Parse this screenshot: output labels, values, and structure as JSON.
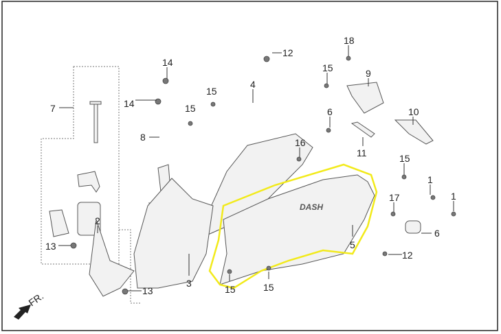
{
  "diagram": {
    "callouts": [
      "18",
      "12",
      "14",
      "15",
      "9",
      "15",
      "4",
      "14",
      "7",
      "15",
      "6",
      "10",
      "8",
      "16",
      "11",
      "15",
      "1",
      "17",
      "1",
      "2",
      "6",
      "13",
      "5",
      "12",
      "3",
      "13",
      "15",
      "15"
    ],
    "direction_label": "FR.",
    "decal_text": "DASH",
    "highlight_color": "#f2ea1a"
  }
}
